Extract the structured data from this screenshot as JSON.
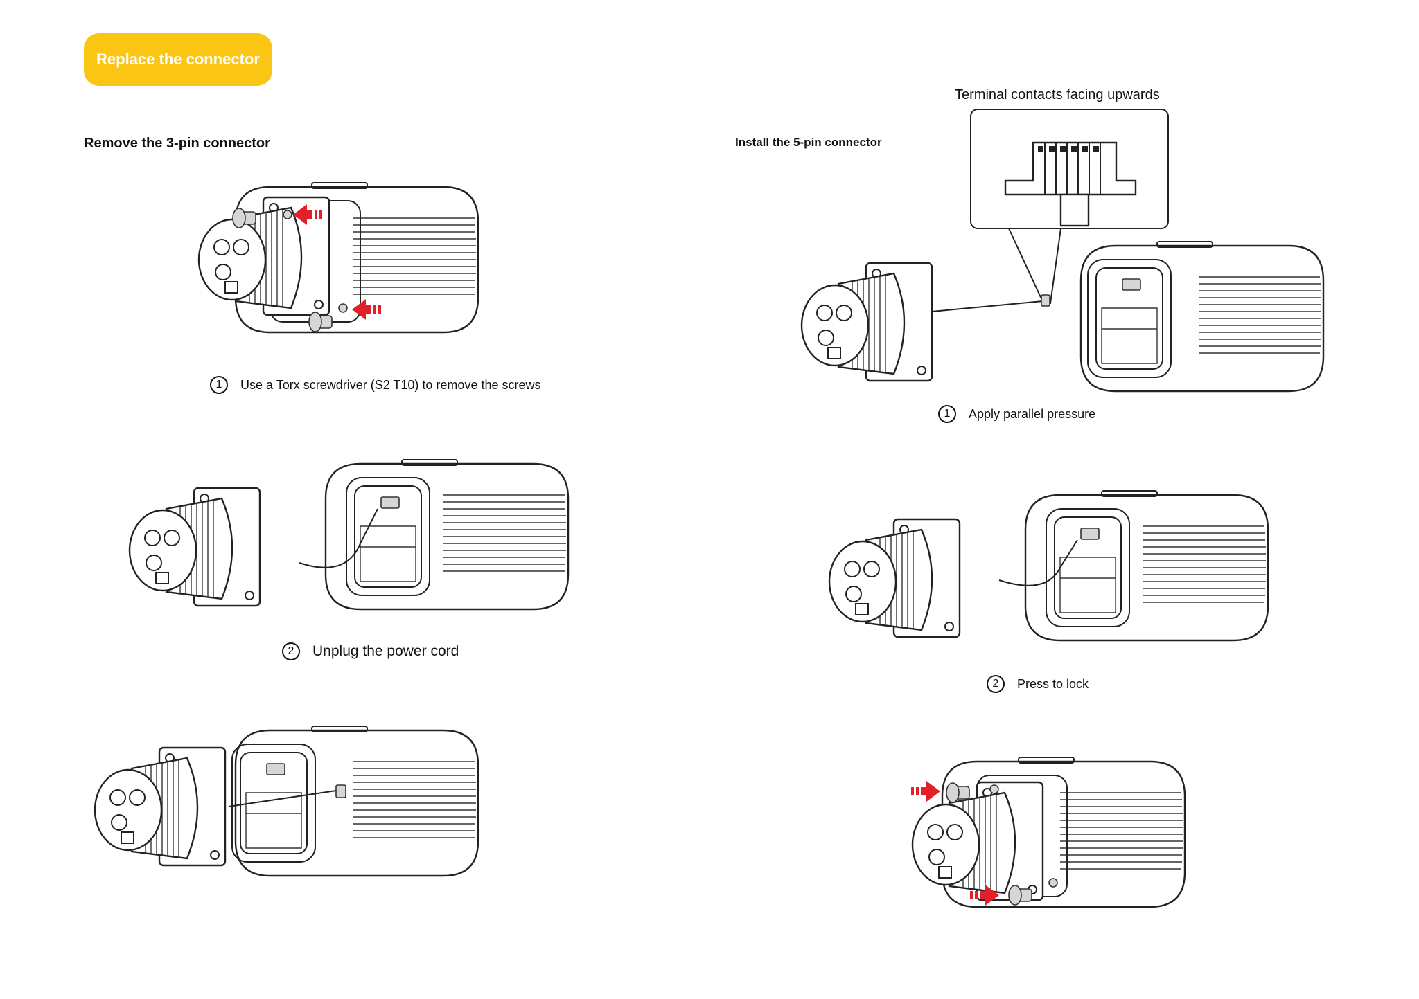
{
  "badge": {
    "label": "Replace the connector",
    "color": "#FBC514"
  },
  "left": {
    "heading": "Remove the 3-pin connector",
    "steps": [
      {
        "num": "1",
        "text": "Use a Torx screwdriver (S2 T10) to remove the screws"
      },
      {
        "num": "2",
        "text": "Unplug the power cord"
      }
    ]
  },
  "right": {
    "heading": "Install  the 5-pin connector",
    "callout": "Terminal contacts facing upwards",
    "steps": [
      {
        "num": "1",
        "text": "Apply parallel pressure"
      },
      {
        "num": "2",
        "text": "Press to lock"
      }
    ]
  },
  "colors": {
    "arrow": "#e3202a",
    "screw": "#d6d6d6"
  }
}
